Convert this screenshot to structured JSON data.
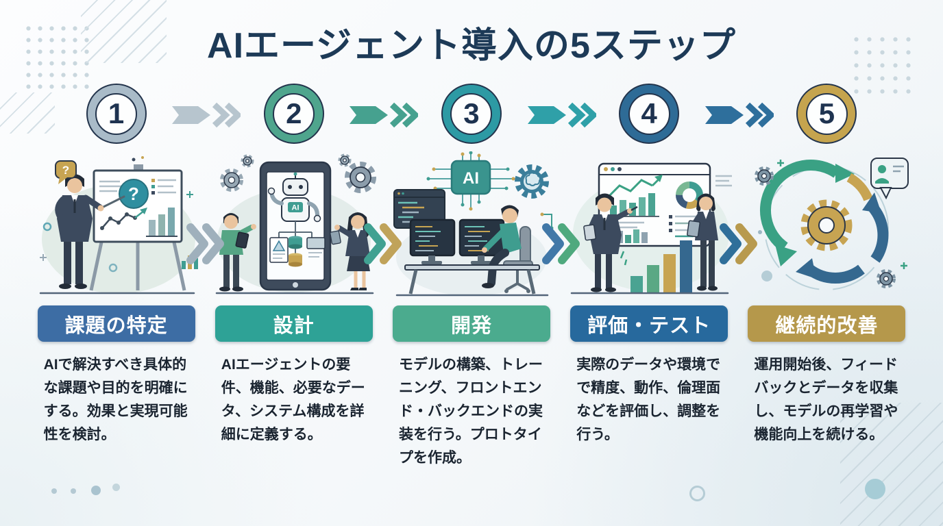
{
  "title": "AIエージェント導入の5ステップ",
  "steps": [
    {
      "number": "1",
      "label": "課題の特定",
      "description": "AIで解決すべき具体的な課題や目的を明確にする。効果と実現可能性を検討。",
      "ring_color": "#a9bbc8",
      "arrow_color": "#b7c5ce",
      "label_bg": "#3d6da4"
    },
    {
      "number": "2",
      "label": "設計",
      "description": "AIエージェントの要件、機能、必要なデータ、システム構成を詳細に定義する。",
      "ring_color": "#4fa58d",
      "arrow_color": "#46a18f",
      "label_bg": "#2ea296"
    },
    {
      "number": "3",
      "label": "開発",
      "description": "モデルの構築、トレーニング、フロントエンド・バックエンドの実装を行う。プロトタイプを作成。",
      "ring_color": "#2d9aa4",
      "arrow_color": "#2fa0a8",
      "label_bg": "#4bab8e"
    },
    {
      "number": "4",
      "label": "評価・テスト",
      "description": "実際のデータや環境でで精度、動作、倫理面などを評価し、調整を行う。",
      "ring_color": "#2e6b96",
      "arrow_color": "#2e6f9c",
      "label_bg": "#27699d"
    },
    {
      "number": "5",
      "label": "継続的改善",
      "description": "運用開始後、フィードバックとデータを収集し、モデルの再学習や機能向上を続ける。",
      "ring_color": "#c5a44e",
      "arrow_color": null,
      "label_bg": "#b5984b"
    }
  ],
  "gap_arrows": [
    {
      "left": "#9fb0bc",
      "right": "#9fb0bc"
    },
    {
      "left": "#41a192",
      "right": "#c0a35a"
    },
    {
      "left": "#4178a8",
      "right": "#4fa97e"
    },
    {
      "left": "#2f6f9a",
      "right": "#b89a4e"
    }
  ],
  "icons": {
    "ai_label": "AI",
    "question_mark": "?"
  }
}
